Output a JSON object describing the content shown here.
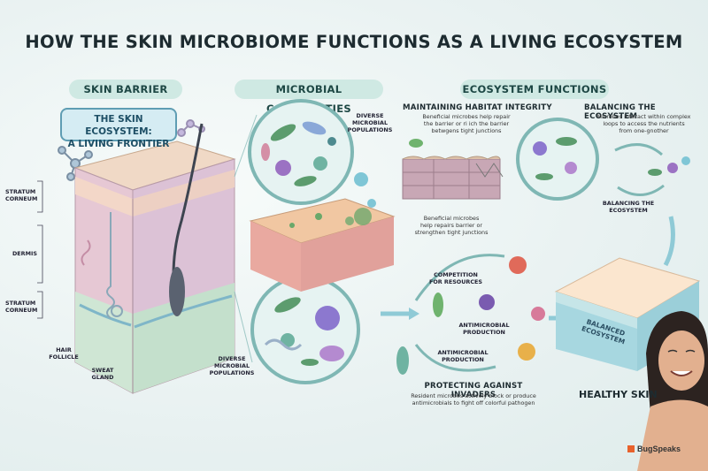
{
  "title": "HOW THE SKIN MICROBIOME FUNCTIONS AS A LIVING ECOSYSTEM",
  "sections": {
    "skin_barrier": "SKIN BARRIER",
    "microbial_communities": "MICROBIAL COMMUNITIES",
    "ecosystem_functions": "ECOSYSTEM FUNCTIONS"
  },
  "callout": {
    "line1": "THE SKIN ECOSYSTEM:",
    "line2": "A LIVING FRONTIER"
  },
  "skin_labels": {
    "stratum_top_1": "STRATUM",
    "stratum_top_2": "CORNEUM",
    "dermis": "DERMIS",
    "stratum_bottom_1": "STRATUM",
    "stratum_bottom_2": "CORNEUM",
    "hair_1": "HAIR",
    "hair_2": "FOLLICLE",
    "sweat_1": "SWEAT",
    "sweat_2": "GLAND"
  },
  "microbial_labels": {
    "top_1": "DIVERSE",
    "top_2": "MICROBIAL",
    "top_3": "POPULATIONS",
    "bottom_1": "DIVERSE",
    "bottom_2": "MICROBIAL",
    "bottom_3": "POPULATIONS"
  },
  "habitat": {
    "heading": "MAINTAINING HABITAT INTEGRITY",
    "text_1": "Beneficial microbes help repair",
    "text_2": "the barrier or ri ich the barrier",
    "text_3": "betwgens tight junctions",
    "caption_1": "Beneficial microbes",
    "caption_2": "help repairs barrier or",
    "caption_3": "strengthen tight junctions"
  },
  "balancing": {
    "heading": "BALANCING THE ECOSYSTEM",
    "text_1": "Microbes interact within complex",
    "text_2": "loops to access the nutrients",
    "text_3": "from one-gnother",
    "caption_1": "BALANCING THE",
    "caption_2": "ECOSYSTEM"
  },
  "competition": {
    "competition_1": "COMPETITION",
    "competition_2": "FOR RESOURCES",
    "anti_top_1": "ANTIMICROBIAL",
    "anti_top_2": "PRODUCTION",
    "anti_bottom_1": "ANTIMICROBIAL",
    "anti_bottom_2": "PRODUCTION"
  },
  "protecting": {
    "heading": "PROTECTING AGAINST INVADERS",
    "text_1": "Resident microbes actively block or produce",
    "text_2": "antimicrobials to fight off colorful pathogen"
  },
  "balanced": {
    "label_1": "BALANCED",
    "label_2": "ECOSYSTEM"
  },
  "healthy": "HEALTHY SKIN",
  "brand": "BugSpeaks",
  "colors": {
    "accent": "#cfe9e3",
    "callout_border": "#5f9db3",
    "brand": "#e8622c"
  }
}
